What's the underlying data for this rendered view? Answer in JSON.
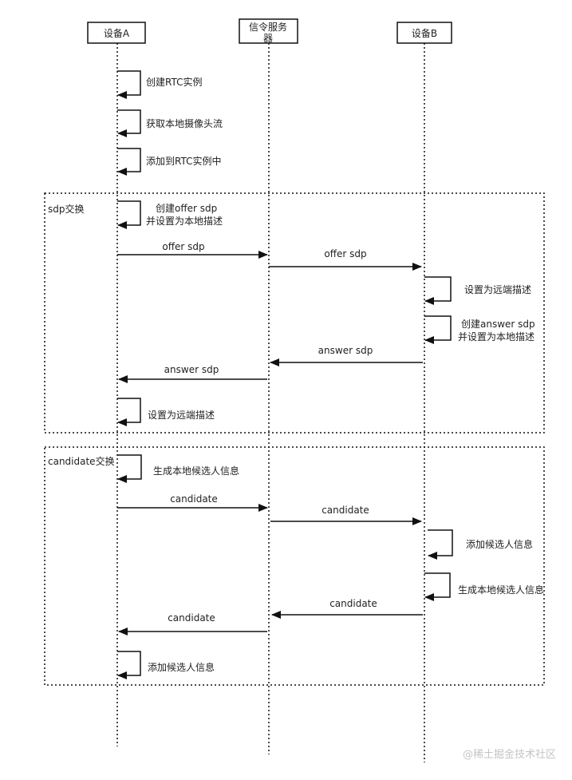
{
  "participants": [
    {
      "name": "设备A"
    },
    {
      "name_line1": "信令服务",
      "name_line2": "器"
    },
    {
      "name": "设备B"
    }
  ],
  "steps": {
    "a_create_rtc": "创建RTC实例",
    "a_get_stream": "获取本地摄像头流",
    "a_add_to_rtc": "添加到RTC实例中"
  },
  "frames": {
    "sdp": {
      "label": "sdp交换",
      "a_create_offer_1": "创建offer sdp",
      "a_create_offer_2": "并设置为本地描述",
      "msg_offer_a_s": "offer sdp",
      "msg_offer_s_b": "offer sdp",
      "b_set_remote": "设置为远端描述",
      "b_create_answer_1": "创建answer sdp",
      "b_create_answer_2": "并设置为本地描述",
      "msg_answer_b_s": "answer sdp",
      "msg_answer_s_a": "answer sdp",
      "a_set_remote": "设置为远端描述"
    },
    "candidate": {
      "label": "candidate交换",
      "a_gen_candidate": "生成本地候选人信息",
      "msg_cand_a_s": "candidate",
      "msg_cand_s_b": "candidate",
      "b_add_candidate": "添加候选人信息",
      "b_gen_candidate": "生成本地候选人信息",
      "msg_cand_b_s": "candidate",
      "msg_cand_s_a": "candidate",
      "a_add_candidate": "添加候选人信息"
    }
  },
  "watermark": "@稀土掘金技术社区"
}
